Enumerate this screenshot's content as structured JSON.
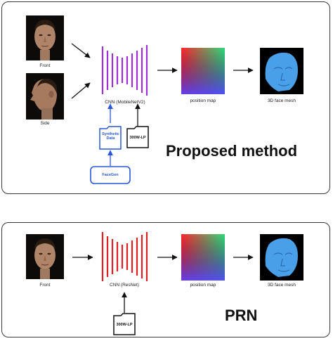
{
  "proposed": {
    "front_label": "Front",
    "side_label": "Side",
    "cnn_label": "CNN (MobileNetV2)",
    "posmap_label": "position map",
    "mesh_label": "3D face mesh",
    "synthetic_label": "Synthetic Data",
    "dataset_label": "300W-LP",
    "facegen_label": "FaceGen",
    "method_title": "Proposed method",
    "cnn_color": "#9b30d9",
    "blue_color": "#2a55d8"
  },
  "prn": {
    "front_label": "Front",
    "cnn_label": "CNN (ResNet)",
    "posmap_label": "position map",
    "mesh_label": "3D face mesh",
    "dataset_label": "300W-LP",
    "method_title": "PRN",
    "cnn_color": "#e02020"
  }
}
